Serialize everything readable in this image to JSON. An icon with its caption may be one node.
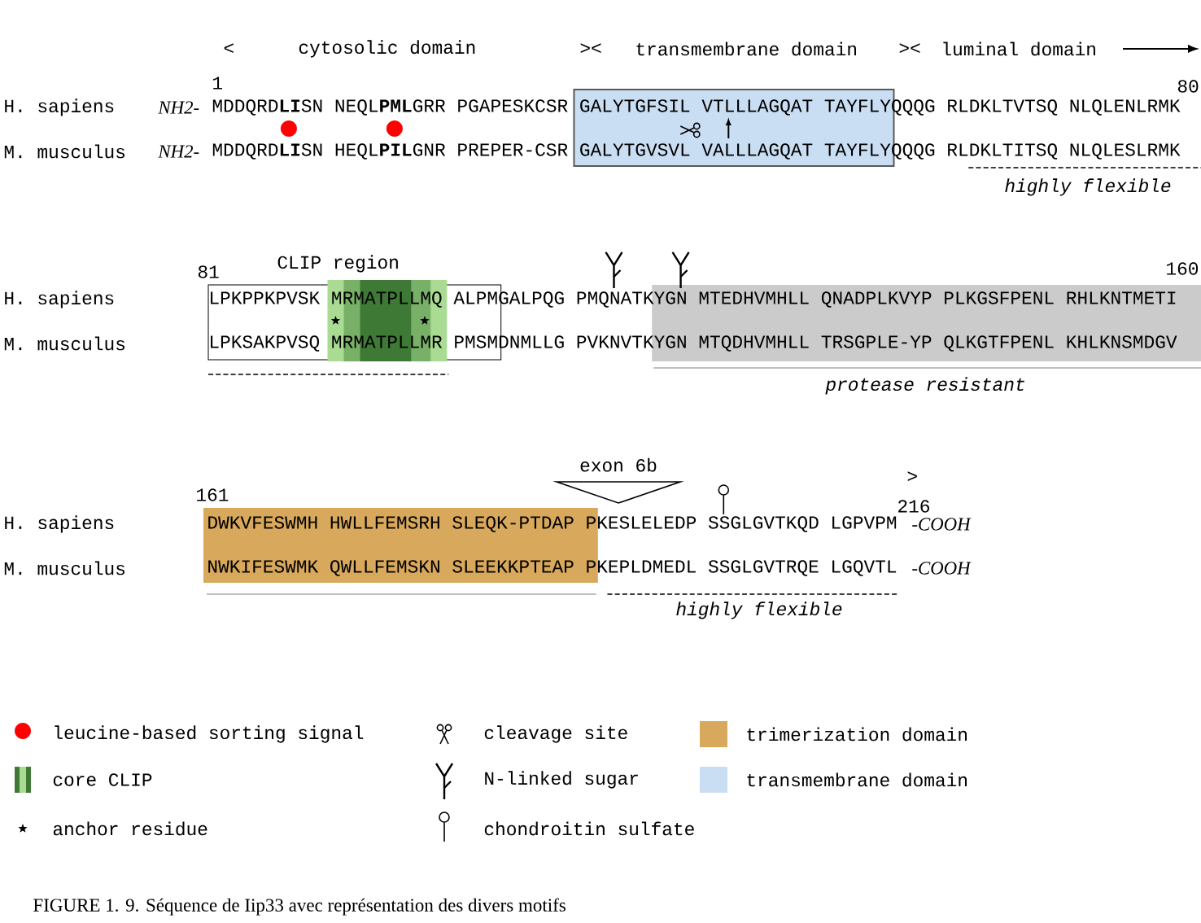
{
  "diagram": {
    "caption": "FIGURE 1. 9. Séquence de Iip33 avec représentation des divers motifs",
    "labels": [
      "<",
      "cytosolic domain",
      "><",
      "transmembrane domain",
      "><",
      "luminal domain",
      "1",
      "80",
      "H. sapiens",
      "NH2-",
      "MDDQRD**LI**SN NEQL**PML**GRR PGAPESKCSR GALYTGFSIL VTLLLAGQAT TAYFLYQQQG RLDKLTVTSQ NLQLENLRMK",
      "M. musculus",
      "NH2-",
      "MDDQRD**LI**SN HEQL**PIL**GNR PREPER-CSR GALYTGVSVL VALLLAGQAT TAYFLYQQQG RLDKLTITSQ NLQLESLRMK",
      "highly flexible",
      "81",
      "CLIP region",
      "160",
      "H. sapiens",
      "LPKPPKPVSK MRMATPLLMQ ALPMGALPQG PMQNATKYGN MTEDHVMHLL QNADPLKVYP PLKGSFPENL RHLKNTMETI",
      "M. musculus",
      "LPKSAKPVSQ MRMATPLLMR PMSMDNMLLG PVKNVTKYGN MTQDHVMHLL TRSGPLE-YP QLKGTFPENL KHLKNSMDGV",
      "protease resistant",
      ">",
      "161",
      "216",
      "H. sapiens",
      "DWKVFESWMH HWLLFEMSRH SLEQK-PTDAP PKESLELEDP SSGLGVTKQD LGPVPM",
      "-COOH",
      "M. musculus",
      "NWKIFESWMK QWLLFEMSKN SLEEKKPTEAP PKEPLDMEDL SSGLGVTRQE LGQVTL",
      "-COOH",
      "highly flexible"
    ],
    "nodes": [
      {
        "text": [
          "exon 6b"
        ]
      }
    ],
    "legend": [
      {
        "text": "leucine-based sorting signal",
        "color": "#ff0000"
      },
      {
        "text": "cleavage site"
      },
      {
        "text": "trimerization domain",
        "color": "#d8a85c"
      },
      {
        "text": "core CLIP"
      },
      {
        "text": "N-linked sugar"
      },
      {
        "text": "transmembrane domain",
        "color": "#c9def3"
      },
      {
        "text": "anchor residue"
      },
      {
        "text": "chondroitin sulfate"
      }
    ]
  }
}
